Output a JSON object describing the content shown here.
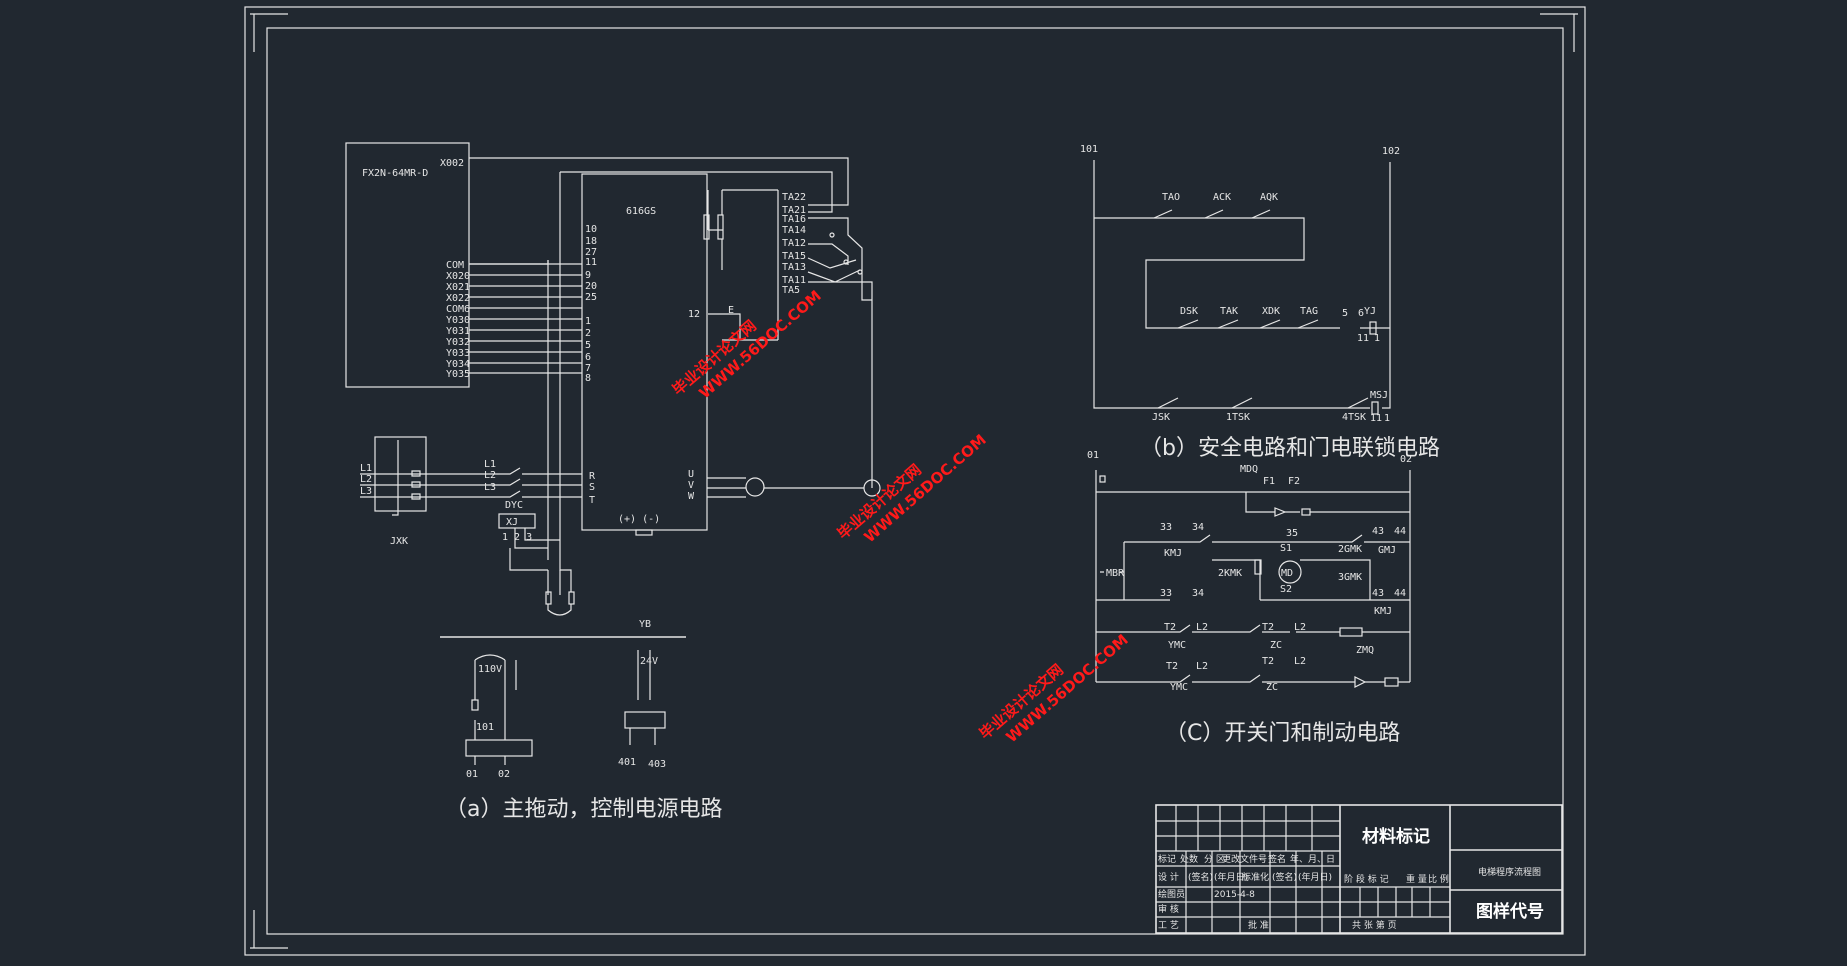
{
  "controller": {
    "model": "FX2N-64MR-D",
    "input_top": "X002",
    "pins": [
      "COM",
      "X020",
      "X021",
      "X022",
      "COM6",
      "Y030",
      "Y031",
      "Y032",
      "Y033",
      "Y034",
      "Y035"
    ]
  },
  "drive": {
    "model": "616GS",
    "left_terminals": [
      "10",
      "18",
      "27",
      "11",
      "9",
      "20",
      "25",
      "1",
      "2",
      "5",
      "6",
      "7",
      "8"
    ],
    "right_terminals": [
      "TA22",
      "TA21",
      "TA16",
      "TA14",
      "TA12",
      "TA15",
      "TA13",
      "TA11",
      "TA5"
    ],
    "power_terminals": [
      "R",
      "S",
      "T"
    ],
    "output_terminals": [
      "U",
      "V",
      "W"
    ],
    "inner_labels": {
      "terminal_12": "12",
      "e": "E",
      "dc": "(+)  (-)"
    }
  },
  "mains": {
    "lines_left": [
      "L1",
      "L2",
      "L3"
    ],
    "lines_mid": [
      "L1",
      "L2",
      "L3"
    ],
    "breaker": "JXK",
    "contactor": "DYC",
    "relay": "XJ",
    "relay_pins": "1 2 3"
  },
  "control_power": {
    "yb": "YB",
    "v110": "110V",
    "v24": "24V",
    "n101": "101",
    "n01": "01",
    "n02": "02",
    "n401": "401",
    "n403": "403"
  },
  "safety_circuit": {
    "node_left": "101",
    "node_right": "102",
    "row1": [
      "TAO",
      "ACK",
      "AQK"
    ],
    "row2": [
      "DSK",
      "TAK",
      "XDK",
      "TAG"
    ],
    "yj_label": "YJ",
    "yj_nums": [
      "5",
      "6",
      "11",
      "1"
    ],
    "row3": [
      "JSK",
      "1TSK",
      "4TSK"
    ],
    "msj_label": "MSJ",
    "msj_nums": [
      "11",
      "1"
    ]
  },
  "door_circuit": {
    "node_left": "01",
    "node_right": "02",
    "mdq": "MDQ",
    "fuses": [
      "F1",
      "F2"
    ],
    "n33": "33",
    "n34": "34",
    "n35": "35",
    "n43": "43",
    "n44": "44",
    "kmj": "KMJ",
    "gmj": "GMJ",
    "mbr": "MBR",
    "k2kmk": "2KMK",
    "k2gmk": "2GMK",
    "k3gmk": "3GMK",
    "s1": "S1",
    "s2": "S2",
    "md": "MD",
    "t2": "T2",
    "l2": "L2",
    "ymc": "YMC",
    "zc": "ZC",
    "zmq": "ZMQ"
  },
  "captions": {
    "a": "（a）主拖动，控制电源电路",
    "b": "（b）安全电路和门电联锁电路",
    "c": "（C）开关门和制动电路"
  },
  "watermarks": [
    {
      "line1": "毕业设计论文网",
      "line2": "WWW.56DOC.COM"
    },
    {
      "line1": "毕业设计论文网",
      "line2": "WWW.56DOC.COM"
    },
    {
      "line1": "毕业设计论文网",
      "line2": "WWW.56DOC.COM"
    }
  ],
  "title_block": {
    "material": "材料标记",
    "drawing_name": "电梯程序流程图",
    "drawing_code": "图样代号",
    "row_headers": [
      "标记",
      "处数",
      "分  区",
      "更改文件号",
      "签名",
      "年、月、日"
    ],
    "row_design": [
      "设 计",
      "(签名)",
      "(年月日)",
      "标准化",
      "(签名)",
      "(年月日)"
    ],
    "row_draw": "绘图员",
    "row_draw_date": "2015-4-8",
    "row_review": "审 核",
    "row_process": "工 艺",
    "row_approve": "批 准",
    "stage_headers": [
      "阶 段 标 记",
      "重 量",
      "比 例"
    ],
    "sheets": "共    张    第    页"
  }
}
